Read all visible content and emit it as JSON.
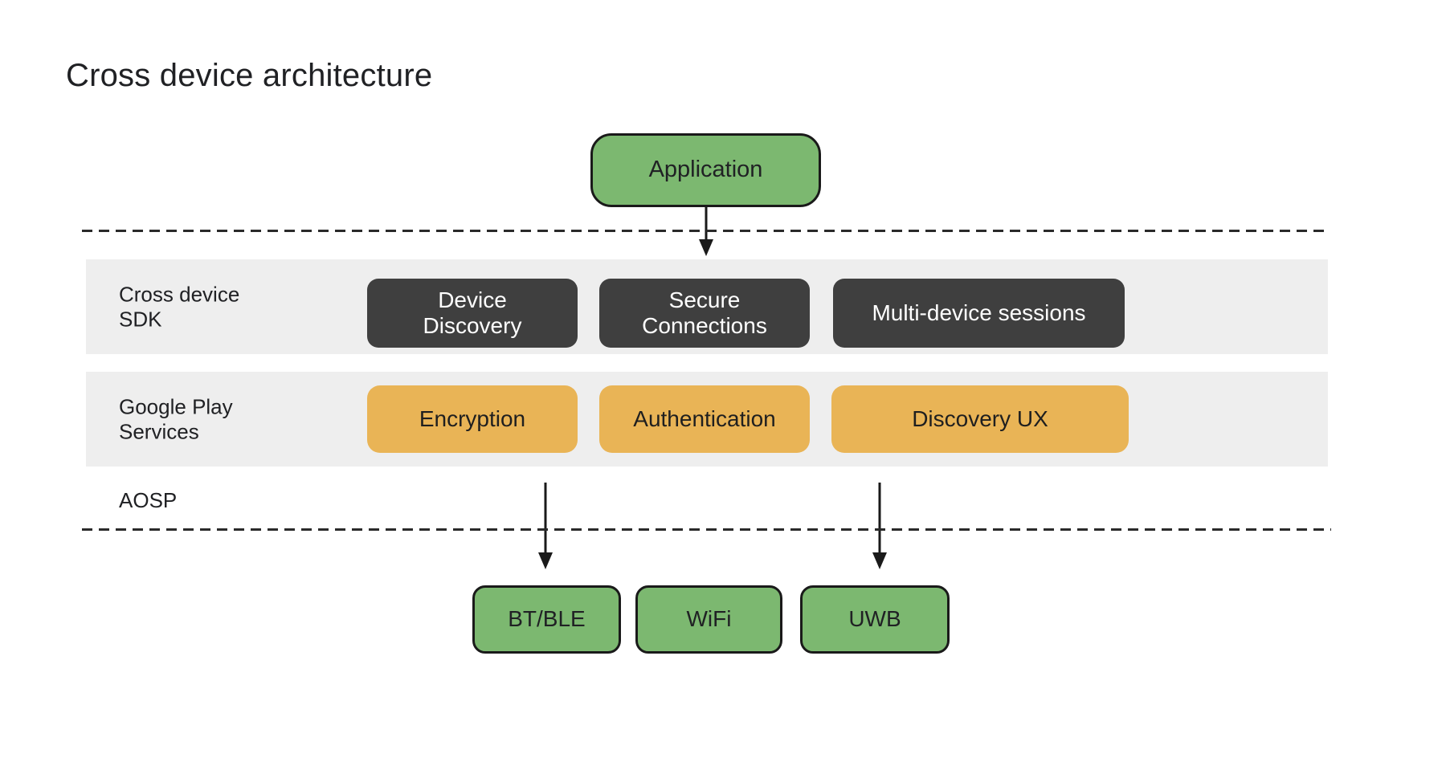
{
  "title": "Cross device architecture",
  "colors": {
    "green": "#7CB870",
    "dark": "#3F3F3F",
    "orange": "#E9B456",
    "band_gray": "#EEEEEE",
    "text_dark": "#202124",
    "text_light": "#FFFFFF",
    "line": "#1A1A1A"
  },
  "diagram": {
    "application": {
      "label": "Application"
    },
    "sdk_layer": {
      "label": "Cross device\nSDK",
      "boxes": [
        {
          "label": "Device\nDiscovery"
        },
        {
          "label": "Secure\nConnections"
        },
        {
          "label": "Multi-device sessions"
        }
      ]
    },
    "gps_layer": {
      "label": "Google Play\nServices",
      "boxes": [
        {
          "label": "Encryption"
        },
        {
          "label": "Authentication"
        },
        {
          "label": "Discovery UX"
        }
      ]
    },
    "aosp_layer": {
      "label": "AOSP"
    },
    "radios": [
      {
        "label": "BT/BLE"
      },
      {
        "label": "WiFi"
      },
      {
        "label": "UWB"
      }
    ]
  }
}
